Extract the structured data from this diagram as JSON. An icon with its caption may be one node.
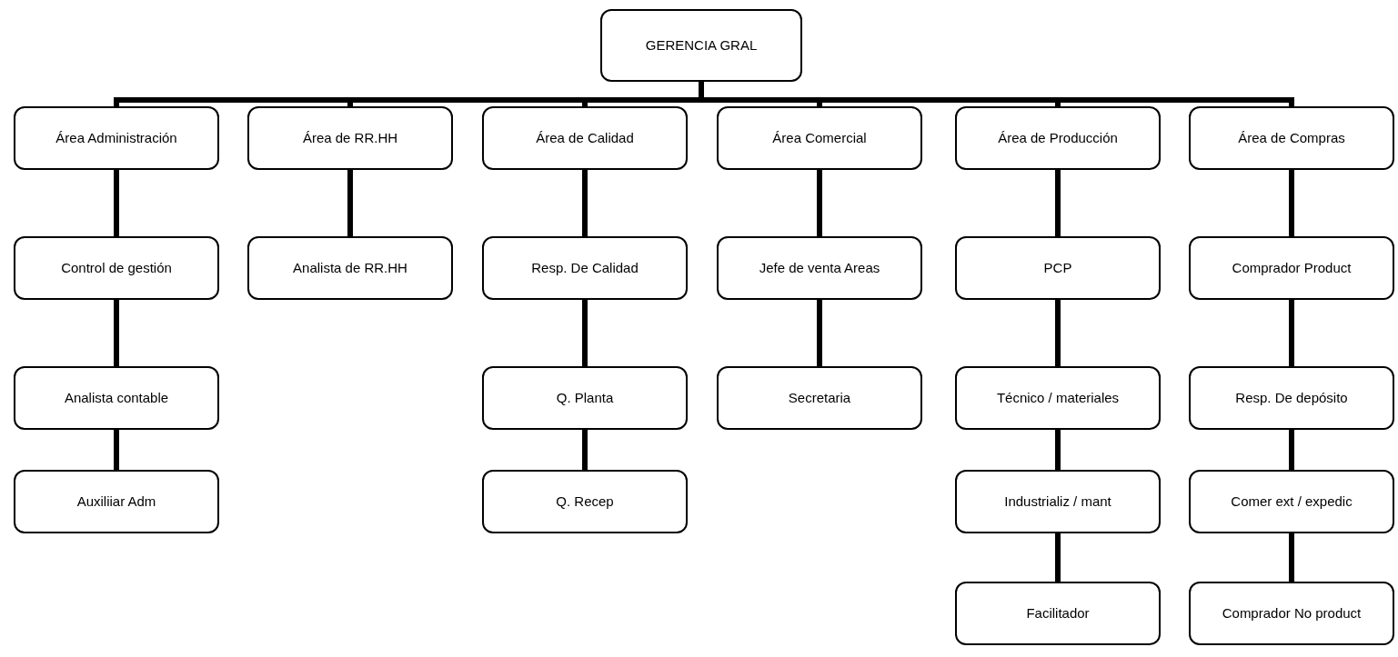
{
  "diagram": {
    "nodes": [
      {
        "text": [
          "GERENCIA GRAL"
        ]
      },
      {
        "text": [
          "Área Administración"
        ]
      },
      {
        "text": [
          "Área de RR.HH"
        ]
      },
      {
        "text": [
          "Área de Calidad"
        ]
      },
      {
        "text": [
          "Área Comercial"
        ]
      },
      {
        "text": [
          "Área de Producción"
        ]
      },
      {
        "text": [
          "Área de Compras"
        ]
      },
      {
        "text": [
          "Control de gestión"
        ]
      },
      {
        "text": [
          "Analista de RR.HH"
        ]
      },
      {
        "text": [
          "Resp. De Calidad"
        ]
      },
      {
        "text": [
          "Jefe de venta Areas"
        ]
      },
      {
        "text": [
          "PCP"
        ]
      },
      {
        "text": [
          "Comprador Product"
        ]
      },
      {
        "text": [
          "Analista contable"
        ]
      },
      {
        "text": [
          "Q. Planta"
        ]
      },
      {
        "text": [
          "Secretaria"
        ]
      },
      {
        "text": [
          "Técnico / materiales"
        ]
      },
      {
        "text": [
          "Resp. De depósito"
        ]
      },
      {
        "text": [
          "Auxiliiar Adm"
        ]
      },
      {
        "text": [
          "Q. Recep"
        ]
      },
      {
        "text": [
          "Industrializ / mant"
        ]
      },
      {
        "text": [
          "Comer ext / expedic"
        ]
      },
      {
        "text": [
          "Facilitador"
        ]
      },
      {
        "text": [
          "Comprador No product"
        ]
      }
    ],
    "edges": [
      {
        "from": 0,
        "to": 1,
        "arrow": "none"
      },
      {
        "from": 0,
        "to": 2,
        "arrow": "none"
      },
      {
        "from": 0,
        "to": 3,
        "arrow": "none"
      },
      {
        "from": 0,
        "to": 4,
        "arrow": "none"
      },
      {
        "from": 0,
        "to": 5,
        "arrow": "none"
      },
      {
        "from": 0,
        "to": 6,
        "arrow": "none"
      },
      {
        "from": 1,
        "to": 7,
        "arrow": "none"
      },
      {
        "from": 7,
        "to": 13,
        "arrow": "none"
      },
      {
        "from": 13,
        "to": 18,
        "arrow": "none"
      },
      {
        "from": 2,
        "to": 8,
        "arrow": "none"
      },
      {
        "from": 3,
        "to": 9,
        "arrow": "none"
      },
      {
        "from": 9,
        "to": 14,
        "arrow": "none"
      },
      {
        "from": 14,
        "to": 19,
        "arrow": "none"
      },
      {
        "from": 4,
        "to": 10,
        "arrow": "none"
      },
      {
        "from": 10,
        "to": 15,
        "arrow": "none"
      },
      {
        "from": 5,
        "to": 11,
        "arrow": "none"
      },
      {
        "from": 11,
        "to": 16,
        "arrow": "none"
      },
      {
        "from": 16,
        "to": 20,
        "arrow": "none"
      },
      {
        "from": 20,
        "to": 22,
        "arrow": "none"
      },
      {
        "from": 6,
        "to": 12,
        "arrow": "none"
      },
      {
        "from": 12,
        "to": 17,
        "arrow": "none"
      },
      {
        "from": 17,
        "to": 21,
        "arrow": "none"
      },
      {
        "from": 21,
        "to": 23,
        "arrow": "none"
      }
    ]
  }
}
